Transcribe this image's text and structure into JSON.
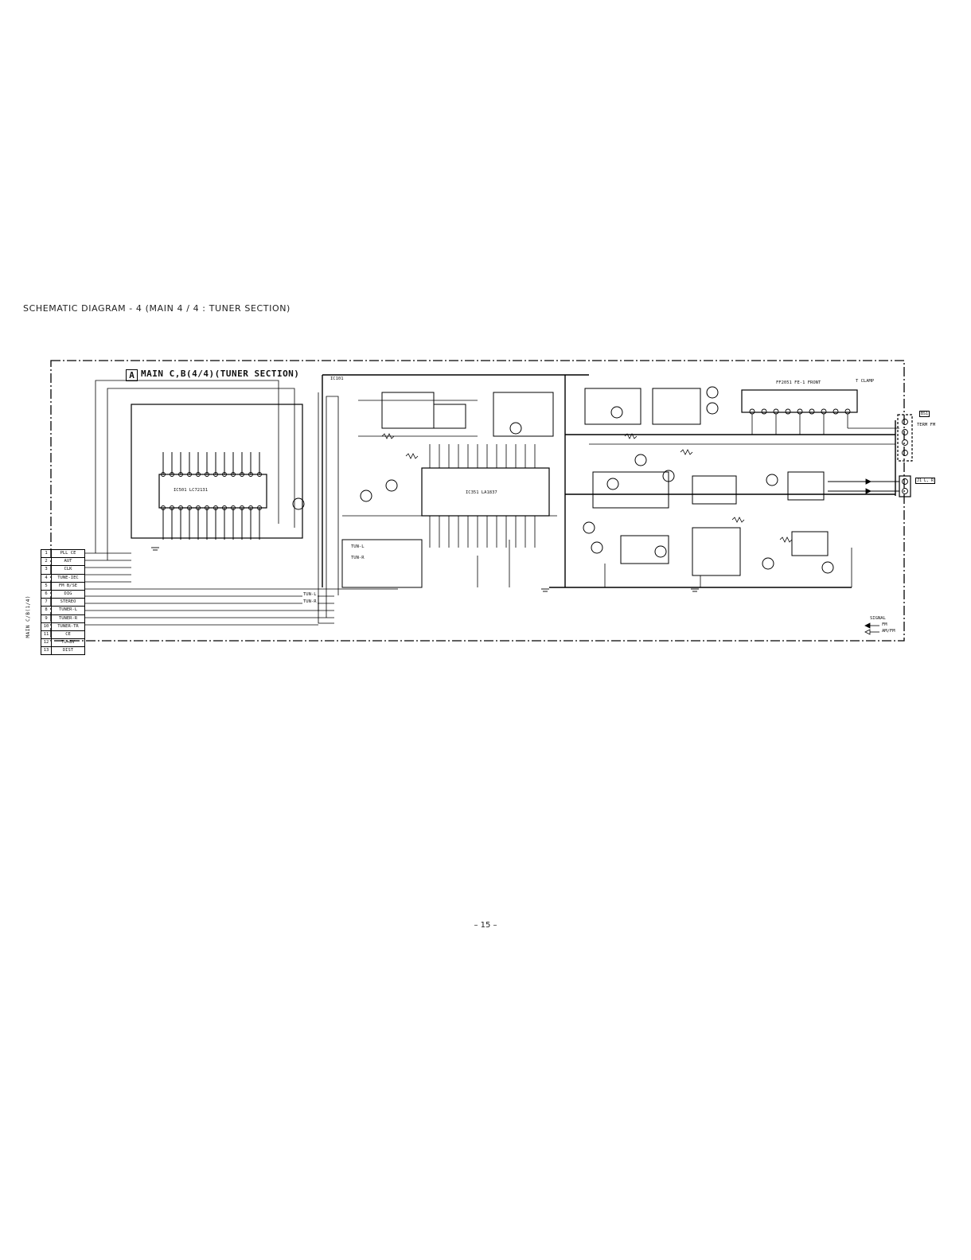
{
  "page": {
    "caption": "SCHEMATIC DIAGRAM - 4 (MAIN 4 / 4 : TUNER SECTION)",
    "page_number": "– 15 –"
  },
  "schematic": {
    "section_letter": "A",
    "title": "MAIN C,B(4/4)(TUNER SECTION)",
    "connector_label": "MAIN C/B(1/4)",
    "pins": [
      {
        "num": "1",
        "name": "PLL CE"
      },
      {
        "num": "2",
        "name": "AUT"
      },
      {
        "num": "3",
        "name": "CLK"
      },
      {
        "num": "4",
        "name": "TUNE-IEC"
      },
      {
        "num": "5",
        "name": "FM B/SE"
      },
      {
        "num": "6",
        "name": "DIG"
      },
      {
        "num": "7",
        "name": "STEREO"
      },
      {
        "num": "8",
        "name": "TUNER-L"
      },
      {
        "num": "9",
        "name": "TUNER-R"
      },
      {
        "num": "10",
        "name": "TUNER-TR"
      },
      {
        "num": "11",
        "name": "CE"
      },
      {
        "num": "12",
        "name": "TU+BV"
      },
      {
        "num": "13",
        "name": "DIST"
      }
    ],
    "signal_labels": [
      "TUN-L",
      "TUN-R",
      "TUN-L",
      "TUN-R"
    ],
    "components": {
      "antenna_block": "BS1",
      "ant_term": "TERM FM",
      "output_jack": "J1 L, R",
      "ic_tuner": "IC351 LA1837",
      "ic_pll": "IC501 LC72131",
      "ic_fm": "IC101",
      "fm_frontend": "FF2051 FE-1 FRONT",
      "tuning_note": "T CLAMP"
    },
    "legend": {
      "line1": "SIGNAL",
      "line2": "FM",
      "line3": "AM/FM"
    }
  }
}
